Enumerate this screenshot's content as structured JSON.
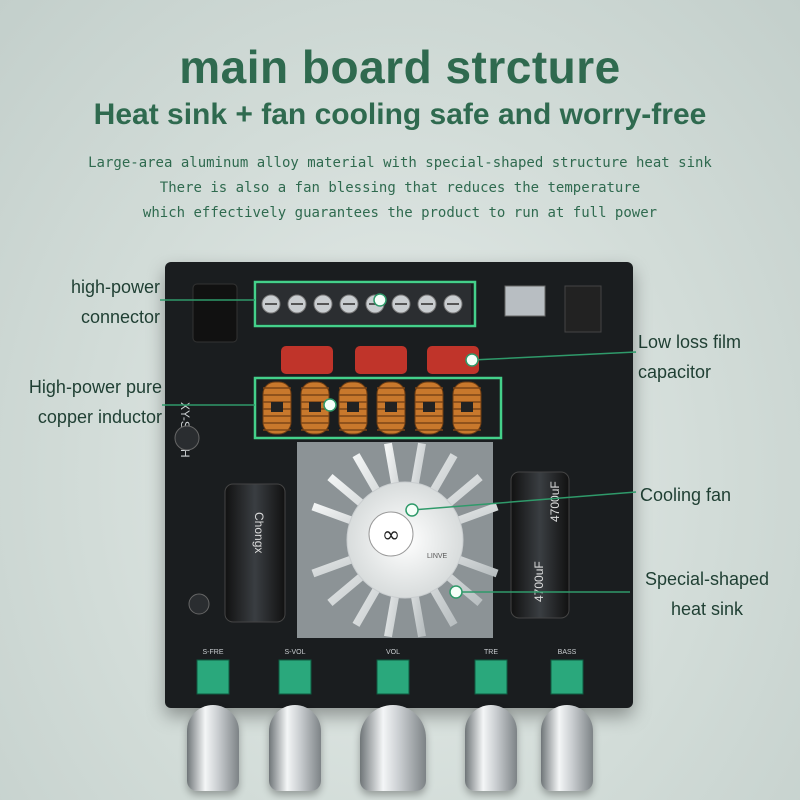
{
  "header": {
    "title": "main board strcture",
    "subtitle": "Heat sink + fan cooling  safe and worry-free",
    "desc1": "Large-area aluminum alloy material with special-shaped structure heat sink",
    "desc2": "There is also a fan blessing that reduces the temperature",
    "desc3": "which effectively guarantees the product to run at full power"
  },
  "callouts": {
    "connector": [
      "high-power",
      "connector"
    ],
    "inductor": [
      "High-power pure",
      "copper inductor"
    ],
    "capacitor": [
      "Low loss film",
      "capacitor"
    ],
    "fan": [
      "Cooling fan"
    ],
    "heatsink": [
      "Special-shaped",
      "heat sink"
    ]
  },
  "board": {
    "model": "XY-S220H",
    "caps_text": [
      "4700uF",
      "4700uF"
    ],
    "cap_brand": "Chongx",
    "fan_brand": "LINVE",
    "knob_labels": [
      "S-FRE",
      "S-VOL",
      "VOL",
      "TRE",
      "BASS"
    ]
  },
  "colors": {
    "brand_green": "#2f6a4f",
    "highlight": "#44d08a",
    "board": "#1a1d1f",
    "inductor_copper": "#c8782c",
    "film_cap": "#c0342a",
    "knob_base": "#2aa87c"
  }
}
